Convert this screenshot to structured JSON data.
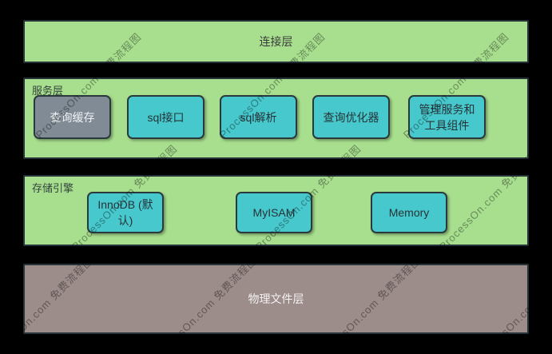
{
  "watermark": {
    "text": "ProcessOn.com 免费流程图"
  },
  "colors": {
    "background": "#000000",
    "layer_green": "#a8df8e",
    "node_cyan": "#47c8cc",
    "node_gray": "#808b95",
    "physical_taupe": "#9c8c8a",
    "border_dark": "#26343a"
  },
  "layers": {
    "connection": {
      "label": "连接层"
    },
    "service": {
      "label": "服务层",
      "boxes": [
        {
          "label": "查询缓存"
        },
        {
          "label": "sql接口"
        },
        {
          "label": "sql解析"
        },
        {
          "label": "查询优化器"
        },
        {
          "label": "管理服务和\n工具组件"
        }
      ]
    },
    "storage": {
      "label": "存储引擎",
      "boxes": [
        {
          "label": "InnoDB (默认)"
        },
        {
          "label": "MyISAM"
        },
        {
          "label": "Memory"
        }
      ]
    },
    "physical": {
      "label": "物理文件层"
    }
  }
}
